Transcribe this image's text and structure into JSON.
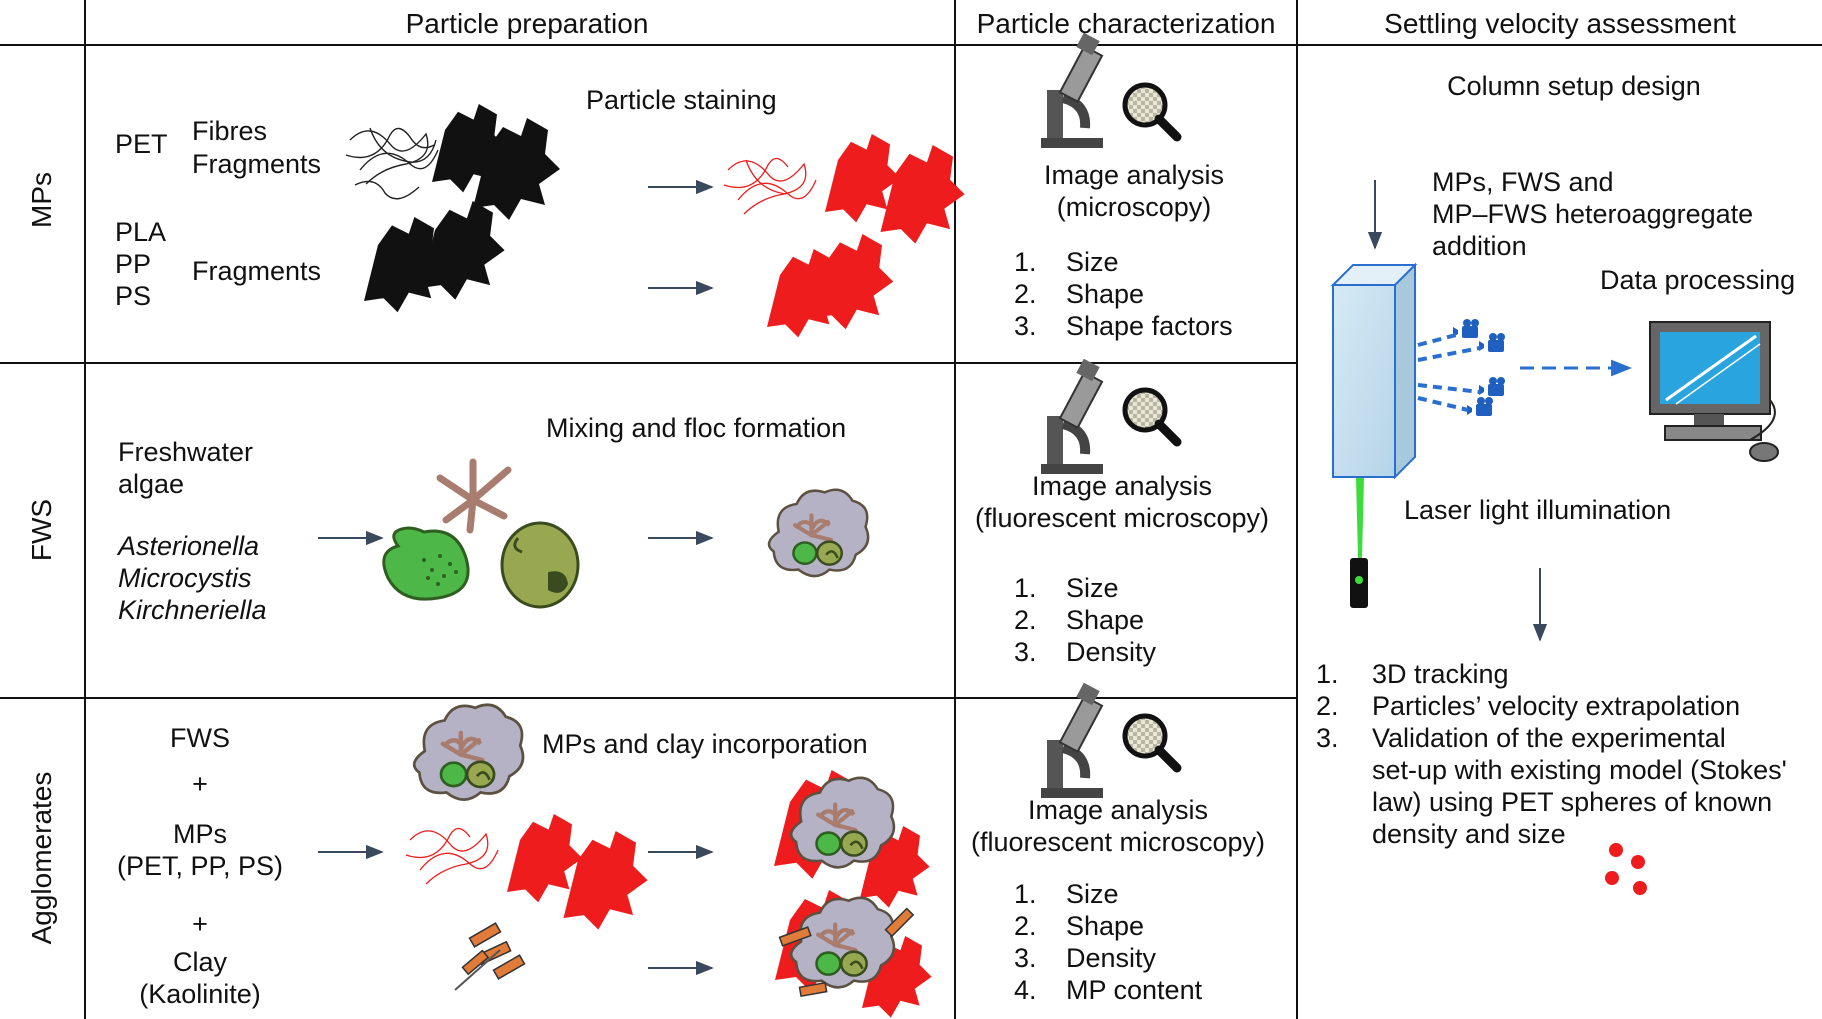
{
  "headers": {
    "col1": "Particle preparation",
    "col2": "Particle characterization",
    "col3": "Settling velocity assessment"
  },
  "rows": {
    "mps": "MPs",
    "fws": "FWS",
    "agg": "Agglomerates"
  },
  "mps": {
    "pet": "PET",
    "fibres": "Fibres",
    "fragments1": "Fragments",
    "pla": "PLA",
    "pp": "PP",
    "ps": "PS",
    "fragments2": "Fragments",
    "staining": "Particle staining",
    "analysis_1": "Image analysis",
    "analysis_2": "(microscopy)",
    "list": [
      "Size",
      "Shape",
      "Shape factors"
    ]
  },
  "fws": {
    "label_1": "Freshwater",
    "label_2": "algae",
    "sp1": "Asterionella",
    "sp2": "Microcystis",
    "sp3": "Kirchneriella",
    "mixing": "Mixing and floc formation",
    "analysis_1": "Image analysis",
    "analysis_2": "(fluorescent microscopy)",
    "list": [
      "Size",
      "Shape",
      "Density"
    ]
  },
  "agg": {
    "fws": "FWS",
    "plus1": "+",
    "mps": "MPs",
    "mps_types": "(PET, PP, PS)",
    "plus2": "+",
    "clay": "Clay",
    "kaolinite": "(Kaolinite)",
    "incorp": "MPs and clay incorporation",
    "analysis_1": "Image analysis",
    "analysis_2": "(fluorescent microscopy)",
    "list": [
      "Size",
      "Shape",
      "Density",
      "MP content"
    ]
  },
  "settling": {
    "column": "Column setup design",
    "addition_1": "MPs, FWS and",
    "addition_2": "MP–FWS heteroaggregate",
    "addition_3": "addition",
    "processing": "Data processing",
    "laser": "Laser light illumination",
    "list": [
      "3D tracking",
      "Particles’ velocity extrapolation",
      "Validation of the experimental"
    ],
    "list3_2": "set-up with existing model (Stokes'",
    "list3_3": "law) using PET spheres of known",
    "list3_4": "density and size"
  },
  "numbers": {
    "n1": "1.",
    "n2": "2.",
    "n3": "3.",
    "n4": "4."
  },
  "colors": {
    "stain_red": "#ee1c1c",
    "alga_green": "#4db848",
    "floc_brown": "#a87c6e",
    "arrow": "#3a4a5c",
    "laser": "#3ddc3d",
    "camera_blue": "#1f5fbf"
  },
  "icons": [
    "microscope-icon",
    "magnifier-icon",
    "camera-icon",
    "computer-icon",
    "laser-icon"
  ]
}
